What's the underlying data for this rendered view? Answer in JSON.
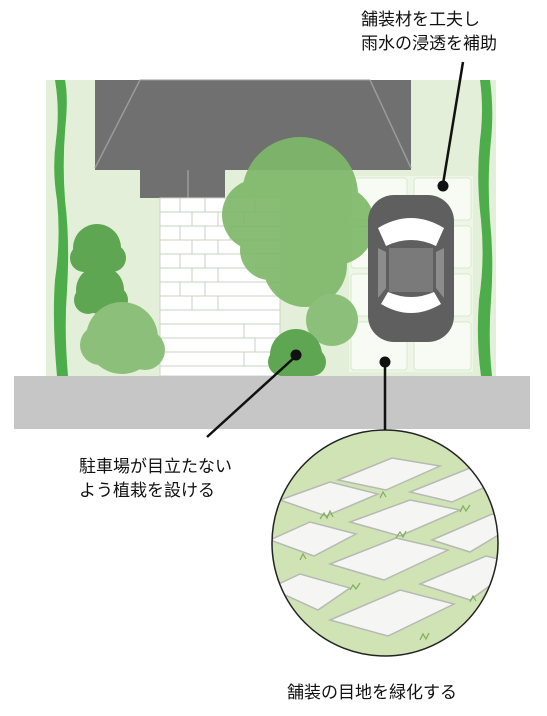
{
  "labels": {
    "paving_line1": "舗装材を工夫し",
    "paving_line2": "雨水の浸透を補助",
    "planting_line1": "駐車場が目立たない",
    "planting_line2": "よう植栽を設ける",
    "joints": "舗装の目地を緑化する"
  },
  "colors": {
    "lawn": "#e3efd8",
    "hedge": "#4cad4a",
    "roof": "#707070",
    "road": "#c6c6c6",
    "tree": "#7fb86a",
    "car": "#5f5f5f",
    "callout_line": "#111111"
  }
}
